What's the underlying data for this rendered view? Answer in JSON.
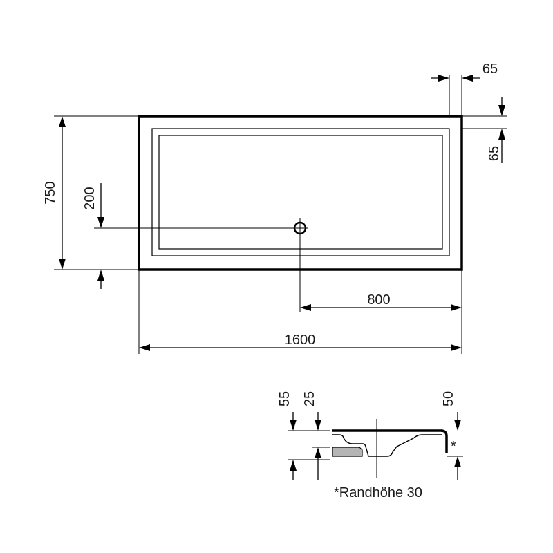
{
  "plan_view": {
    "dimensions": {
      "top_rim": "65",
      "side_rim": "65",
      "height": "750",
      "drain_offset_y": "200",
      "drain_offset_x": "800",
      "width": "1600"
    }
  },
  "section_view": {
    "dimensions": {
      "total_height": "55",
      "base_height": "25",
      "rim_height": "50"
    },
    "asterisk": "*",
    "note": "*Randhöhe 30"
  }
}
